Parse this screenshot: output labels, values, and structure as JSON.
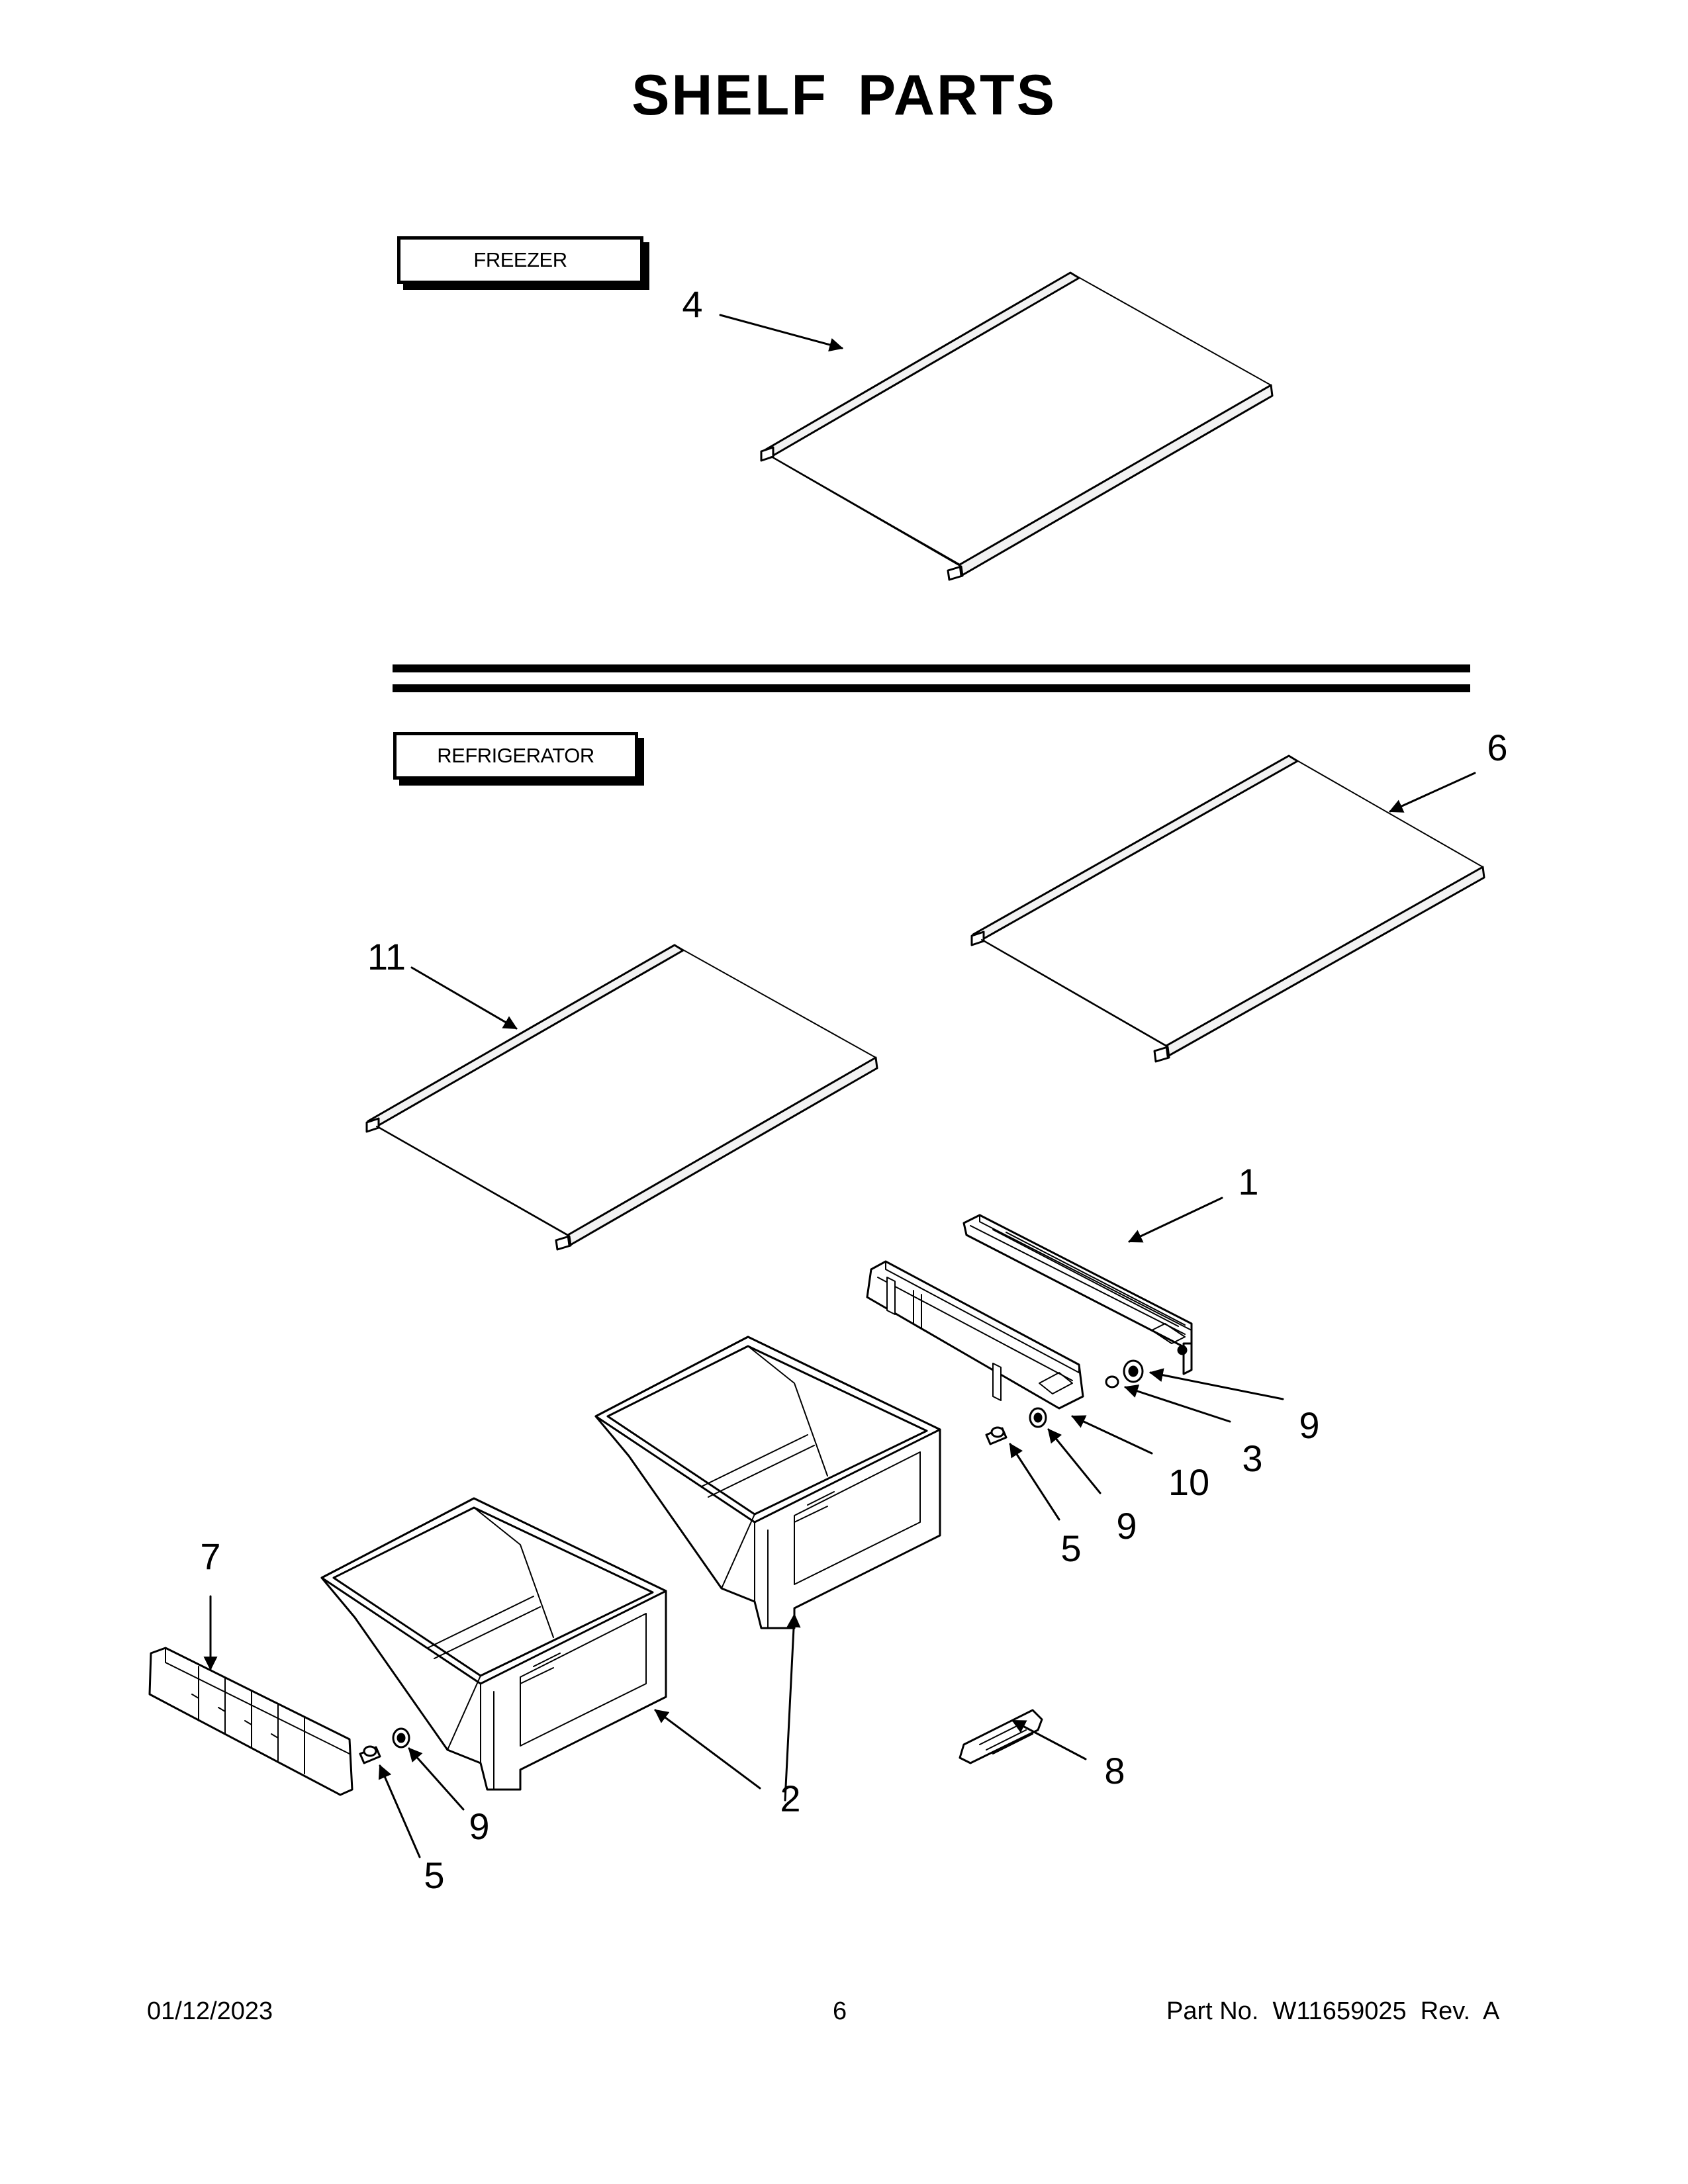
{
  "title": "SHELF PARTS",
  "sections": {
    "freezer": "FREEZER",
    "refrigerator": "REFRIGERATOR"
  },
  "callouts": {
    "c1": "1",
    "c2": "2",
    "c3": "3",
    "c4": "4",
    "c5a": "5",
    "c5b": "5",
    "c6": "6",
    "c7": "7",
    "c8": "8",
    "c9a": "9",
    "c9b": "9",
    "c9c": "9",
    "c10": "10",
    "c11": "11"
  },
  "footer": {
    "date": "01/12/2023",
    "page": "6",
    "part": "Part No.  W11659025  Rev.  A"
  }
}
